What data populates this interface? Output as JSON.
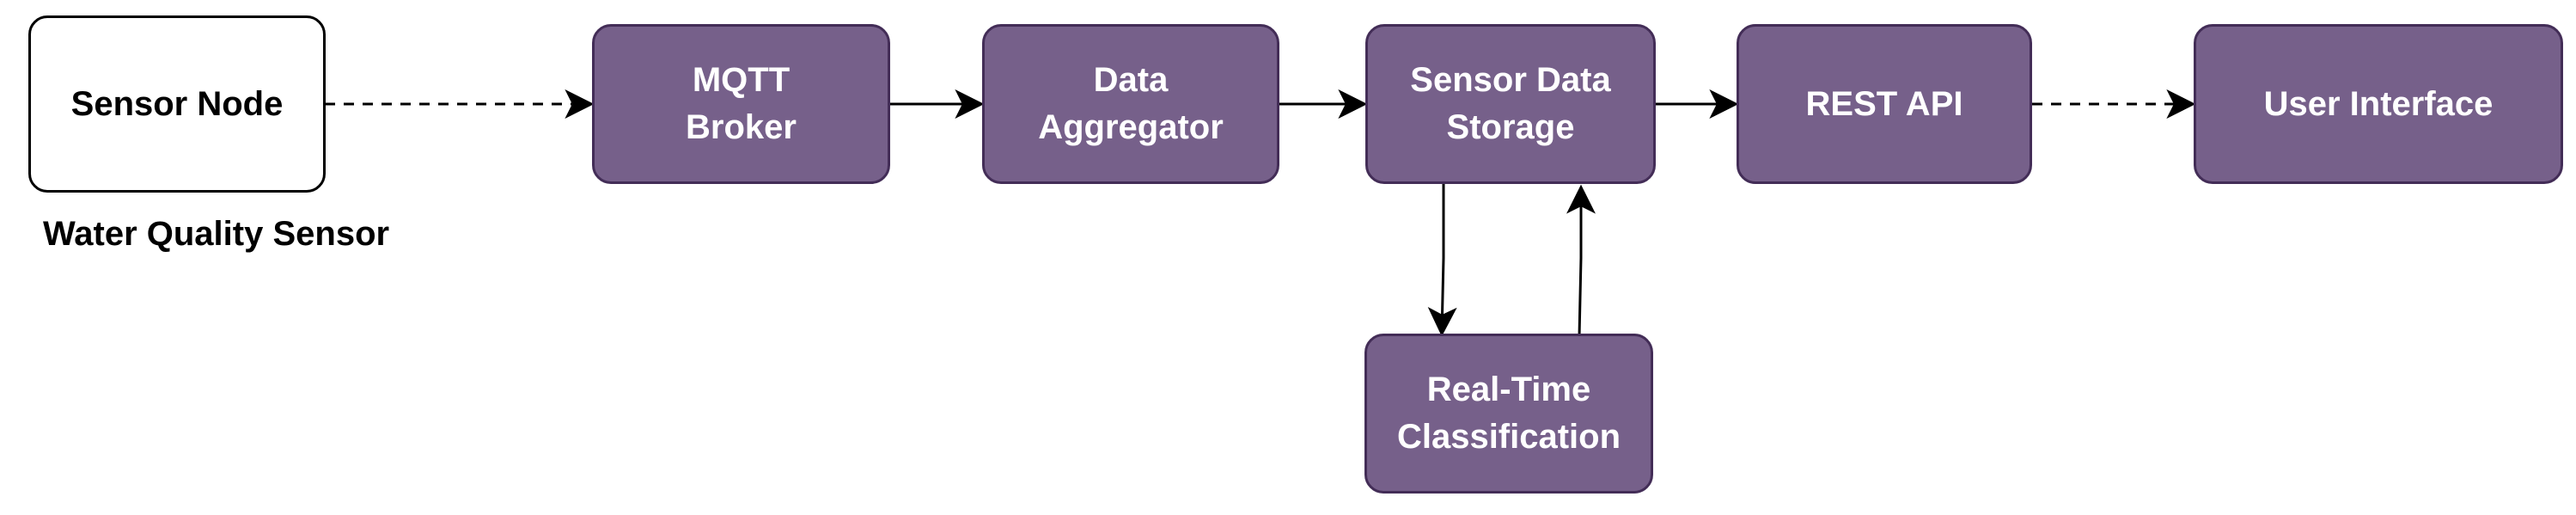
{
  "diagram": {
    "type": "flowchart",
    "colors": {
      "process_fill": "#76608a",
      "process_stroke": "#432d57",
      "process_text": "#ffffff",
      "source_fill": "#ffffff",
      "source_stroke": "#000000",
      "edge": "#000000"
    },
    "nodes": {
      "sensor_node": {
        "label": "Sensor Node"
      },
      "mqtt_broker": {
        "label": "MQTT\nBroker"
      },
      "data_aggregator": {
        "label": "Data\nAggregator"
      },
      "sensor_data_storage": {
        "label": "Sensor Data\nStorage"
      },
      "rest_api": {
        "label": "REST API"
      },
      "user_interface": {
        "label": "User Interface"
      },
      "realtime_classification": {
        "label": "Real-Time\nClassification"
      }
    },
    "captions": {
      "sensor_caption": "Water Quality Sensor"
    },
    "edges": [
      {
        "from": "sensor_node",
        "to": "mqtt_broker",
        "style": "dashed"
      },
      {
        "from": "mqtt_broker",
        "to": "data_aggregator",
        "style": "solid"
      },
      {
        "from": "data_aggregator",
        "to": "sensor_data_storage",
        "style": "solid"
      },
      {
        "from": "sensor_data_storage",
        "to": "rest_api",
        "style": "solid"
      },
      {
        "from": "rest_api",
        "to": "user_interface",
        "style": "dashed"
      },
      {
        "from": "sensor_data_storage",
        "to": "realtime_classification",
        "style": "solid"
      },
      {
        "from": "realtime_classification",
        "to": "sensor_data_storage",
        "style": "solid"
      }
    ]
  }
}
